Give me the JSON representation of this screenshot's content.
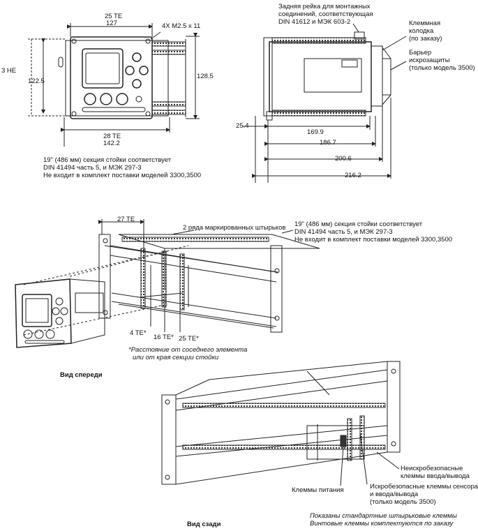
{
  "top_left": {
    "dims": {
      "te25": "25 TE",
      "w127": "127",
      "screws": "4X M2.5 x 11",
      "he3": "3 HE",
      "h122": "122.5",
      "h128": "128.5",
      "te28": "28 TE",
      "w142": "142.2"
    },
    "note": [
      "19\" (486 мм) секция стойки соответствует",
      "DIN 41494 часть 5, и МЭК 297-3",
      "Не входит в комплект поставки моделей 3300,3500"
    ]
  },
  "top_right": {
    "rail_note": [
      "Задняя рейка для монтажных",
      "соединений, соответствующая",
      "DIN 41612 и МЭК 603-2"
    ],
    "terminal_block": [
      "Клеммная",
      "колодка",
      "(по заказу)"
    ],
    "barrier": [
      "Барьер",
      "искрозащиты",
      "(только модель 3500)"
    ],
    "dims": {
      "d25": "25.4",
      "d169": "169.9",
      "d186": "186.7",
      "d200": "200.6",
      "d216": "216.2"
    }
  },
  "front_view": {
    "te27": "27 TE",
    "pins_label": "2 ряда маркированных штырьков",
    "rack_note": [
      "19\" (486 мм) секция стойки соответствует",
      "DIN 41494 часть 5, и МЭК 297-3",
      "Не входит в комплект поставки моделей 3300,3500"
    ],
    "te4": "4 TE*",
    "te16": "16 TE*",
    "te25": "25 TE*",
    "footnote": [
      "*Расстояние от соседнего элемента",
      "или от края секции стойки"
    ],
    "title": "Вид спереди"
  },
  "rear_view": {
    "non_is": [
      "Неискробезопасные",
      "клеммы ввода/вывода"
    ],
    "power": "Клеммы питания",
    "is_terminals": [
      "Искробезопасные клеммы сенсора",
      "и ввода/вывода",
      "(только модель 3500)"
    ],
    "shown_note": [
      "Показаны стандартные штырьковые клеммы",
      "Винтовые клеммы комплектуются по заказу"
    ],
    "title": "Вид сзади"
  }
}
